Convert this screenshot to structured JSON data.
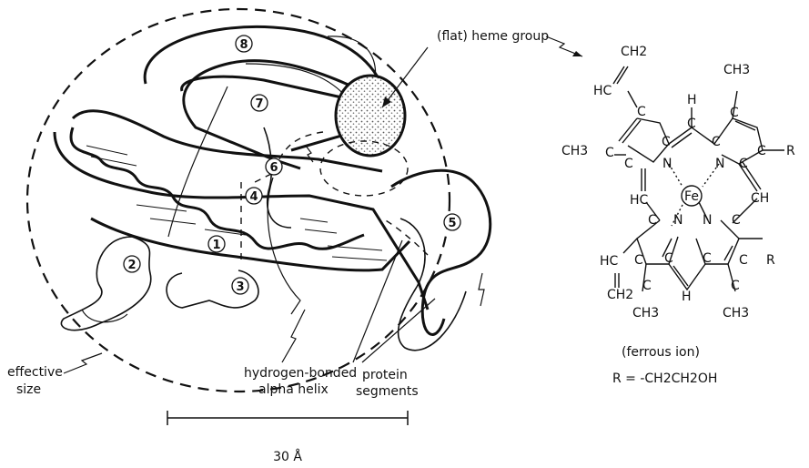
{
  "labels": {
    "heme_group": "(flat) heme group",
    "effective_size_line1": "effective",
    "effective_size_line2": "size",
    "alpha_helix_line1": "hydrogen-bonded",
    "alpha_helix_line2": "alpha helix",
    "protein_segments_line1": "protein",
    "protein_segments_line2": "segments",
    "scale": "30 Å",
    "ferrous_ion": "(ferrous ion)",
    "r_group": "R = -CH2CH2OH"
  },
  "segments": [
    "1",
    "2",
    "3",
    "4",
    "5",
    "6",
    "7",
    "8"
  ],
  "heme_structure": {
    "metal": "Fe",
    "atoms": {
      "vinyl_top_ch2": "CH2",
      "vinyl_top_hc": "HC",
      "methyl_top_right": "CH3",
      "methyl_left": "CH3",
      "r_right_top": "R",
      "meso_h_top": "H",
      "meso_ch_right": "CH",
      "meso_hc_left": "HC",
      "meso_h_bottom": "H",
      "vinyl_bottom_hc": "HC",
      "vinyl_bottom_ch2": "CH2",
      "methyl_bottom_left": "CH3",
      "methyl_bottom_right": "CH3",
      "r_right_bottom": "R",
      "carbon": "C",
      "nitrogen": "N"
    }
  }
}
